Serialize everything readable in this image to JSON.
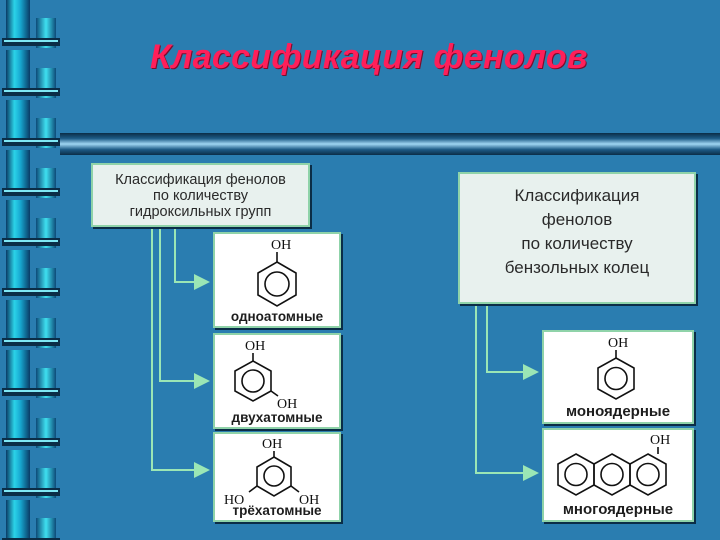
{
  "title": "Классификация фенолов",
  "colors": {
    "background": "#2A7DB0",
    "title": "#FF1F5A",
    "box_border": "#8FD3A9",
    "connector": "#9BE6B5"
  },
  "left_group": {
    "header": "Классификация фенолов\nпо количеству\nгидроксильных групп",
    "items": [
      {
        "label": "одноатомные",
        "substituents": [
          "OH"
        ]
      },
      {
        "label": "двухатомные",
        "substituents": [
          "OH",
          "OH"
        ]
      },
      {
        "label": "трёхатомные",
        "substituents": [
          "OH",
          "HO",
          "OH"
        ]
      }
    ]
  },
  "right_group": {
    "header": "Классификация\nфенолов\nпо количеству\nбензольных колец",
    "items": [
      {
        "label": "моноядерные",
        "substituents": [
          "OH"
        ]
      },
      {
        "label": "многоядерные",
        "substituents": [
          "OH"
        ]
      }
    ]
  }
}
